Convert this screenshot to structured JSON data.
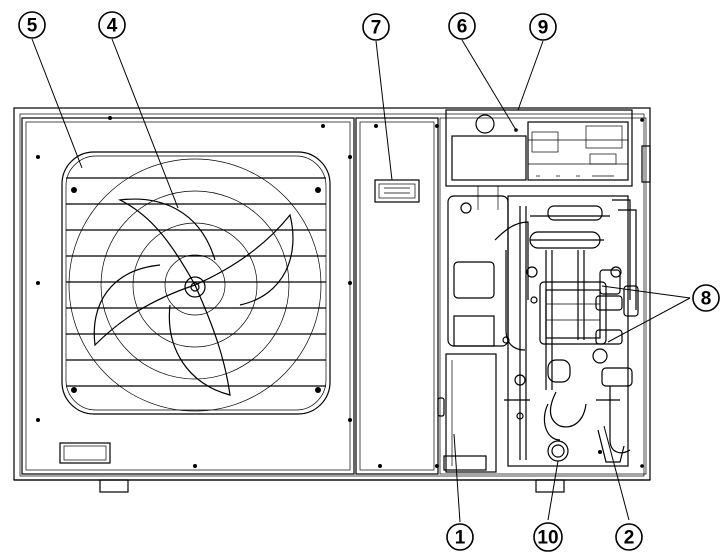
{
  "callouts": [
    {
      "id": "5",
      "label": "5"
    },
    {
      "id": "4",
      "label": "4"
    },
    {
      "id": "7",
      "label": "7"
    },
    {
      "id": "6",
      "label": "6"
    },
    {
      "id": "9",
      "label": "9"
    },
    {
      "id": "8",
      "label": "8"
    },
    {
      "id": "1",
      "label": "1"
    },
    {
      "id": "10",
      "label": "10"
    },
    {
      "id": "2",
      "label": "2"
    }
  ]
}
